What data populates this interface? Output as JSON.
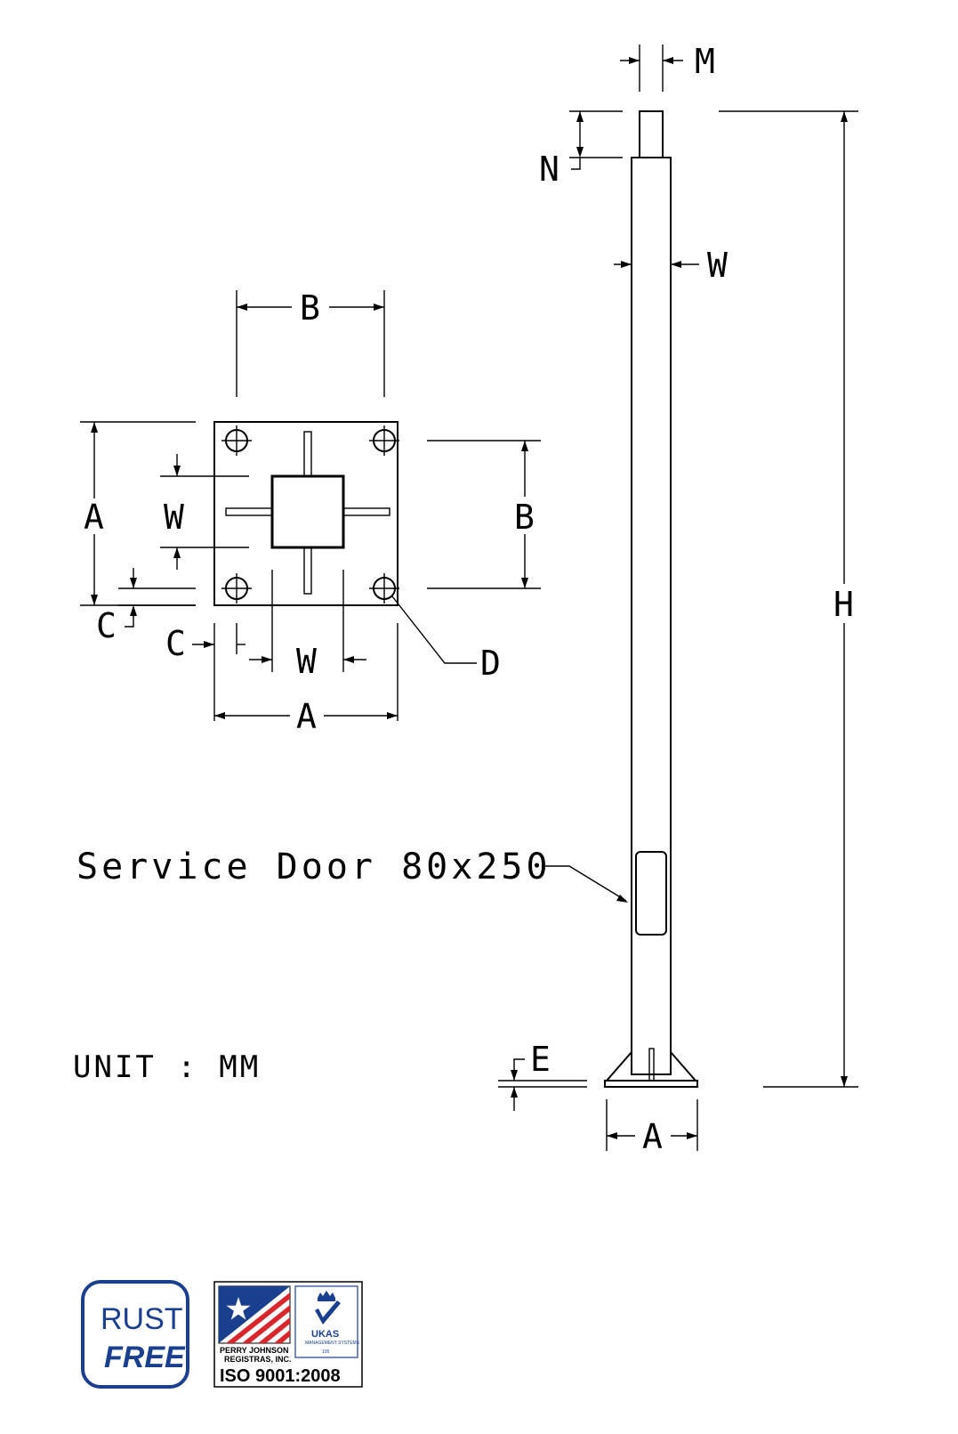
{
  "base_plate_view": {
    "dim_top_b": "B",
    "dim_left_a": "A",
    "dim_left_w": "W",
    "dim_right_b": "B",
    "dim_left_c": "C",
    "dim_bottom_c": "C",
    "dim_bottom_w": "W",
    "dim_bottom_a": "A",
    "hole_callout_d": "D"
  },
  "pole_view": {
    "dim_m": "M",
    "dim_n": "N",
    "dim_w": "W",
    "dim_h": "H",
    "dim_e": "E",
    "dim_a": "A",
    "service_door_note": "Service Door 80x250"
  },
  "unit_note": "UNIT : MM",
  "badges": {
    "rust_free": {
      "line1": "RUST",
      "line2": "FREE"
    },
    "iso": {
      "company_line1": "PERRY JOHNSON",
      "company_line2": "REGISTRAS, INC.",
      "ukas": "UKAS",
      "ukas_sub": "MANAGEMENT SYSTEMS",
      "ukas_number": "105",
      "standard": "ISO 9001:2008"
    }
  },
  "colors": {
    "line": "#000000",
    "badge_blue": "#1a3f8f",
    "flag_red": "#d9262c"
  }
}
